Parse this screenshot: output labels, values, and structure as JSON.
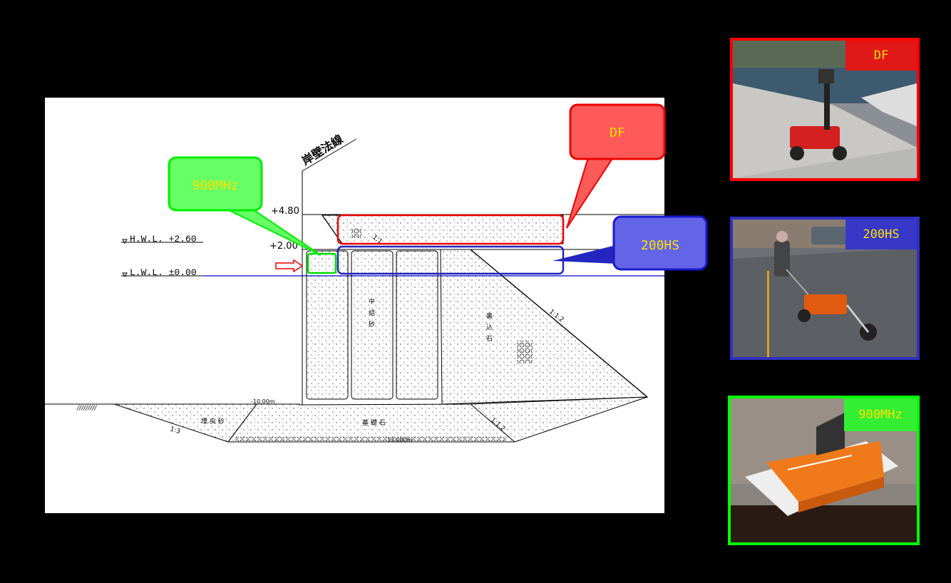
{
  "section_drawing": {
    "design_line_label": "岸壁法線",
    "levels": {
      "top": "+4.80",
      "mid": "+2.00",
      "hwl": "H.W.L. +2.60",
      "lwl": "L.W.L. ±0.00",
      "bottom_left": "-10.00m",
      "bottom": "-13.000m"
    },
    "slopes": {
      "inner_top": "1:1",
      "backfill": "1:1.2",
      "toe": "1:1.2",
      "left": "1:3"
    },
    "materials": {
      "caisson_fill": [
        "中",
        "詰",
        "砂"
      ],
      "backfill_stone": [
        "裏",
        "込",
        "石"
      ],
      "reclaim_sand": "埋 戻 砂",
      "foundation_stone": "基 礎 石"
    },
    "callouts": [
      {
        "label": "DF",
        "color": "#ff0000"
      },
      {
        "label": "200HS",
        "color": "#2020c0"
      },
      {
        "label": "900MHz",
        "color": "#00ff00"
      }
    ]
  },
  "photos": [
    {
      "label": "DF",
      "border_color": "#ff0000"
    },
    {
      "label": "200HS",
      "border_color": "#3030c0"
    },
    {
      "label": "900MHz",
      "border_color": "#00ff00"
    }
  ]
}
